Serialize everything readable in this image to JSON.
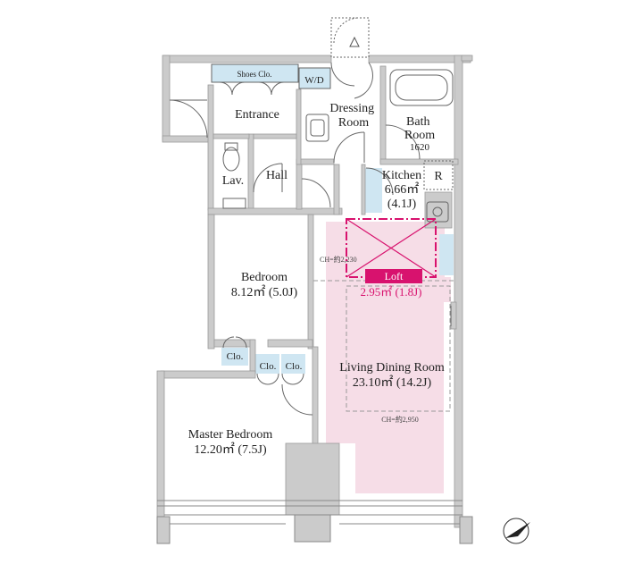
{
  "colors": {
    "wall": "#c9c9c9",
    "wall_stroke": "#9a9a9a",
    "closet_fill": "#cfe6f2",
    "living_tint": "#f6dde7",
    "loft_accent": "#d8126e",
    "line": "#555555"
  },
  "rooms": {
    "shoes_closet": "Shoes Clo.",
    "washer_dryer": "W/D",
    "entrance": "Entrance",
    "dressing_room": "Dressing Room",
    "bath_room": "Bath Room",
    "bath_size": "1620",
    "lavatory": "Lav.",
    "hall": "Hall",
    "kitchen": "Kitchen",
    "kitchen_area_m2": "6.66㎡",
    "kitchen_area_j": "(4.1J)",
    "refrigerator": "R",
    "bedroom": "Bedroom",
    "bedroom_area": "8.12㎡ (5.0J)",
    "closet_bedroom": "Clo.",
    "closet_master_1": "Clo.",
    "closet_master_2": "Clo.",
    "living_dining": "Living Dining Room",
    "living_dining_area": "23.10㎡ (14.2J)",
    "master_bedroom": "Master Bedroom",
    "master_bedroom_area": "12.20㎡ (7.5J)"
  },
  "loft": {
    "label": "Loft",
    "area": "2.95㎡ (1.8J)",
    "ceiling_height": "CH=約2,230"
  },
  "living_ceiling_height": "CH=約2,950",
  "icons": {
    "compass": "north-arrow-icon",
    "entry_door_arrow": "triangle-arrow-icon"
  }
}
